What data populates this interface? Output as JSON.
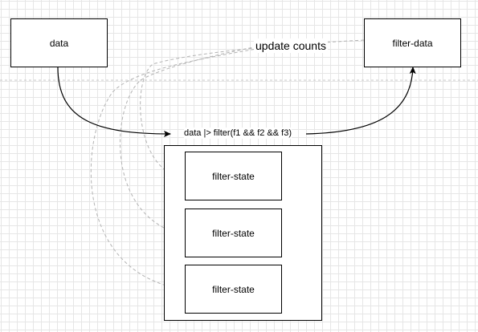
{
  "nodes": {
    "data": "data",
    "filter_data": "filter-data",
    "filter_states": [
      "filter-state",
      "filter-state",
      "filter-state"
    ]
  },
  "edges": {
    "filter_expression": "data |> filter(f1 && f2 && f3)",
    "update_counts": "update counts"
  },
  "colors": {
    "stroke": "#000000",
    "dashed": "#b3b3b3",
    "grid": "#e6e6e6"
  }
}
